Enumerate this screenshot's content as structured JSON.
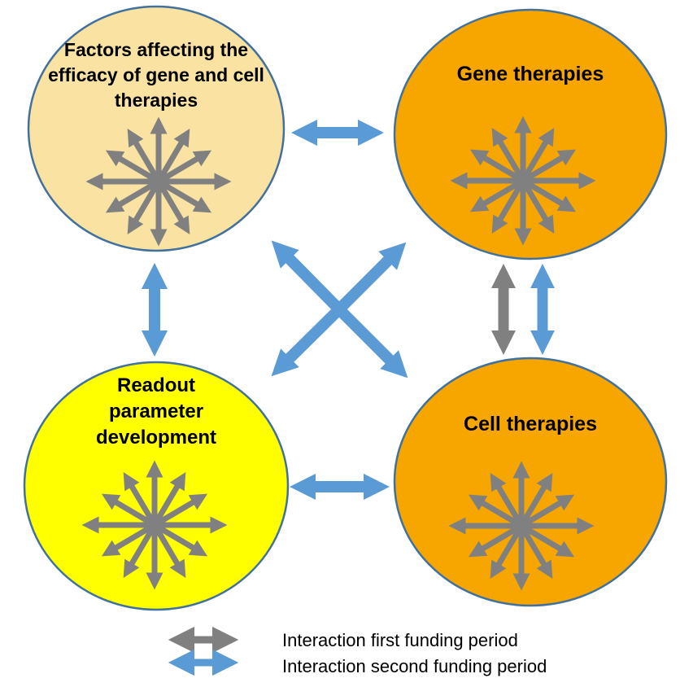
{
  "diagram": {
    "nodes": [
      {
        "id": "factors",
        "label": "Factors affecting the efficacy of gene and cell therapies",
        "fill": "#F9E2A2",
        "icon": "radiating-arrows"
      },
      {
        "id": "gene",
        "label": "Gene therapies",
        "fill": "#F7A600",
        "icon": "radiating-arrows"
      },
      {
        "id": "readout",
        "label": "Readout parameter development",
        "fill": "#FFFF00",
        "icon": "radiating-arrows"
      },
      {
        "id": "cell",
        "label": "Cell therapies",
        "fill": "#F7A600",
        "icon": "radiating-arrows"
      }
    ],
    "colors": {
      "background": "#FFFFFF",
      "circle_outline": "#41719C",
      "starburst_gray": "#808080",
      "interaction_first_period": "#808080",
      "interaction_second_period": "#5B9BD5",
      "label_text": "#000000"
    },
    "connections": [
      {
        "from": "factors",
        "to": "gene",
        "period": "second",
        "style": "double-arrow"
      },
      {
        "from": "factors",
        "to": "readout",
        "period": "second",
        "style": "double-arrow"
      },
      {
        "from": "factors",
        "to": "cell",
        "period": "second",
        "style": "double-arrow"
      },
      {
        "from": "readout",
        "to": "gene",
        "period": "second",
        "style": "double-arrow"
      },
      {
        "from": "gene",
        "to": "cell",
        "period": "first",
        "style": "double-arrow"
      },
      {
        "from": "gene",
        "to": "cell",
        "period": "second",
        "style": "double-arrow"
      },
      {
        "from": "readout",
        "to": "cell",
        "period": "second",
        "style": "double-arrow"
      }
    ],
    "legend": [
      {
        "label": "Interaction first funding period",
        "color": "#808080"
      },
      {
        "label": "Interaction second funding period",
        "color": "#5B9BD5"
      }
    ]
  }
}
